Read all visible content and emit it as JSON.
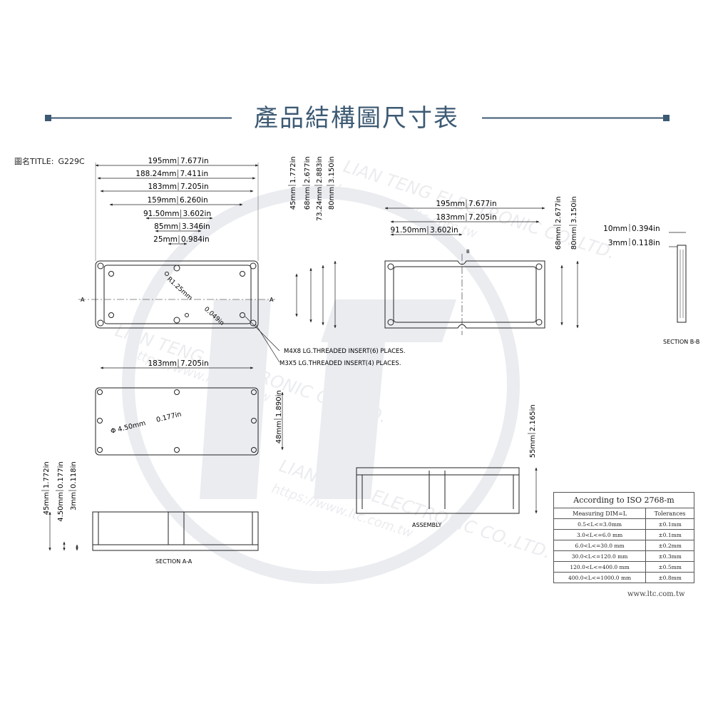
{
  "header": {
    "title": "產品結構圖尺寸表",
    "accent_color": "#3d5a73"
  },
  "drawing": {
    "title_label": "圖名TITLE:",
    "title_value": "G229C"
  },
  "top_view": {
    "dims": [
      {
        "mm": "195mm",
        "in": "7.677in"
      },
      {
        "mm": "188.24mm",
        "in": "7.411in"
      },
      {
        "mm": "183mm",
        "in": "7.205in"
      },
      {
        "mm": "159mm",
        "in": "6.260in"
      },
      {
        "mm": "91.50mm",
        "in": "3.602in"
      },
      {
        "mm": "85mm",
        "in": "3.346in"
      },
      {
        "mm": "25mm",
        "in": "0.984in"
      }
    ],
    "vdims": [
      {
        "mm": "45mm",
        "in": "1.772in"
      },
      {
        "mm": "68mm",
        "in": "2.677in"
      },
      {
        "mm": "73.24mm",
        "in": "2.883in"
      },
      {
        "mm": "80mm",
        "in": "3.150in"
      }
    ],
    "radius": {
      "mm": "R1.25mm",
      "in": "0.049in"
    },
    "section_mark": "A",
    "notes": [
      "M4X8 LG.THREADED INSERT(6) PLACES.",
      "M3X5 LG.THREADED INSERT(4) PLACES."
    ]
  },
  "lid_view": {
    "dims": [
      {
        "mm": "195mm",
        "in": "7.677in"
      },
      {
        "mm": "183mm",
        "in": "7.205in"
      },
      {
        "mm": "91.50mm",
        "in": "3.602in"
      }
    ],
    "vdims": [
      {
        "mm": "68mm",
        "in": "2.677in"
      },
      {
        "mm": "80mm",
        "in": "3.150in"
      }
    ],
    "section_mark": "B"
  },
  "section_b": {
    "dims": [
      {
        "mm": "10mm",
        "in": "0.394in"
      },
      {
        "mm": "3mm",
        "in": "0.118in"
      }
    ],
    "label": "SECTION B-B"
  },
  "bottom_view": {
    "width": {
      "mm": "183mm",
      "in": "7.205in"
    },
    "height": {
      "mm": "48mm",
      "in": "1.890in"
    },
    "hole": {
      "mm": "Φ 4.50mm",
      "in": "0.177in"
    }
  },
  "section_a": {
    "vdims": [
      {
        "mm": "45mm",
        "in": "1.772in"
      },
      {
        "mm": "4.50mm",
        "in": "0.177in"
      },
      {
        "mm": "3mm",
        "in": "0.118in"
      }
    ],
    "label": "SECTION A-A"
  },
  "assembly": {
    "height": {
      "mm": "55mm",
      "in": "2.165in"
    },
    "label": "ASSEMBLY"
  },
  "tolerance_table": {
    "title": "According to ISO 2768-m",
    "headers": [
      "Measuring  DIM=L",
      "Tolerances"
    ],
    "rows": [
      [
        "0.5<L<=3.0mm",
        "±0.1mm"
      ],
      [
        "3.0<L<=6.0 mm",
        "±0.1mm"
      ],
      [
        "6.0<L<=30.0 mm",
        "±0.2mm"
      ],
      [
        "30.0<L<=120.0 mm",
        "±0.3mm"
      ],
      [
        "120.0<L<=400.0 mm",
        "±0.5mm"
      ],
      [
        "400.0<L<=1000.0 mm",
        "±0.8mm"
      ]
    ]
  },
  "watermark": {
    "line1": "LIAN TENG ELECTRONIC CO.,LTD.",
    "line2": "https://www.ltc.com.tw"
  },
  "footer": {
    "website": "www.ltc.com.tw"
  }
}
